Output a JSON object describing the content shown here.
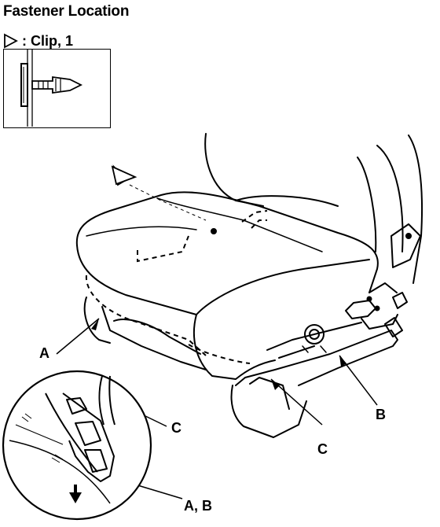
{
  "title": "Fastener Location",
  "legend": {
    "icon": "triangle-outline-icon",
    "label": ": Clip, 1"
  },
  "callouts": {
    "a": "A",
    "b": "B",
    "c_detail": "C",
    "c_seat": "C",
    "ab_detail": "A, B"
  }
}
